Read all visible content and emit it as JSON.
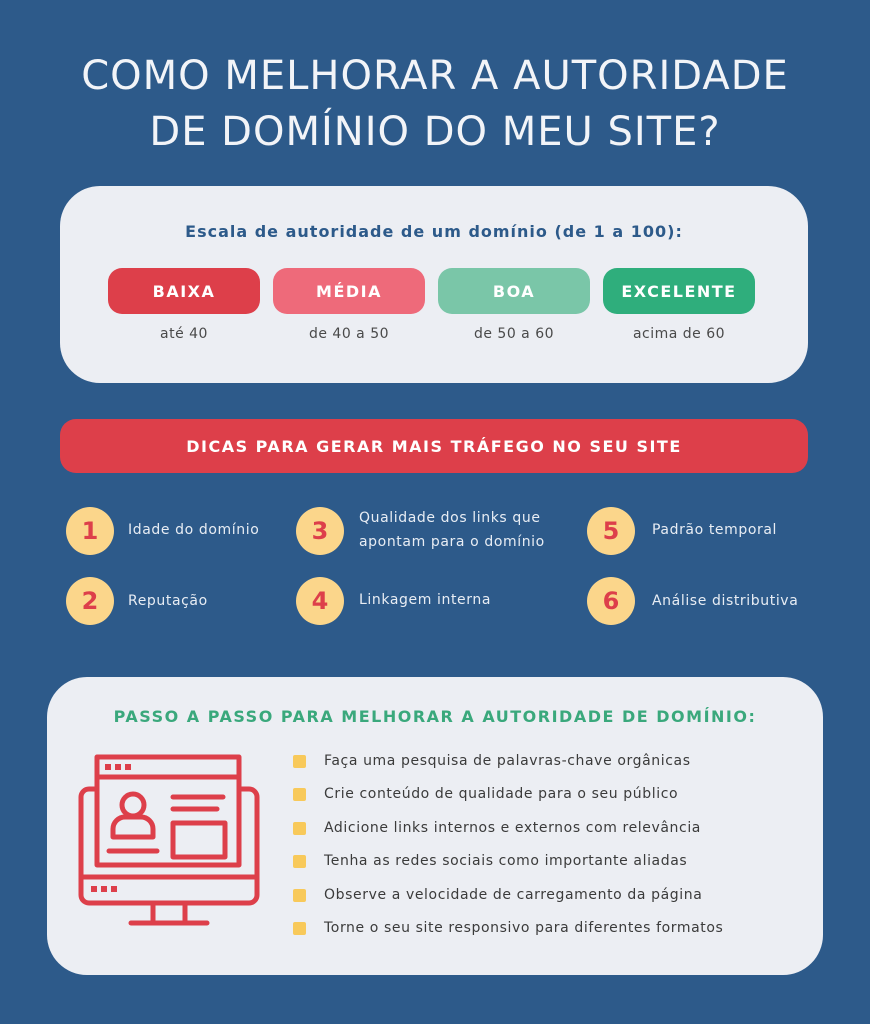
{
  "title": {
    "line1": "COMO MELHORAR A AUTORIDADE",
    "line2": "DE DOMÍNIO DO MEU SITE?"
  },
  "scale": {
    "heading": "Escala de autoridade de um domínio (de 1 a 100):",
    "levels": [
      {
        "label": "BAIXA",
        "range": "até 40",
        "color": "#dd3f4a"
      },
      {
        "label": "MÉDIA",
        "range": "de 40 a 50",
        "color": "#ee6a7a"
      },
      {
        "label": "BOA",
        "range": "de 50 a 60",
        "color": "#7ac6a8"
      },
      {
        "label": "EXCELENTE",
        "range": "acima de 60",
        "color": "#2fae7c"
      }
    ]
  },
  "tips": {
    "banner": "DICAS PARA GERAR MAIS TRÁFEGO NO SEU SITE",
    "items": [
      {
        "number": "1",
        "text": "Idade do domínio"
      },
      {
        "number": "2",
        "text": "Reputação"
      },
      {
        "number": "3",
        "line1": "Qualidade dos links que",
        "line2": "apontam para o domínio"
      },
      {
        "number": "4",
        "text": "Linkagem interna"
      },
      {
        "number": "5",
        "text": "Padrão temporal"
      },
      {
        "number": "6",
        "text": "Análise distributiva"
      }
    ]
  },
  "steps": {
    "heading": "PASSO A PASSO PARA MELHORAR A AUTORIDADE DE DOMÍNIO:",
    "items": [
      "Faça uma pesquisa de palavras-chave orgânicas",
      "Crie conteúdo de qualidade para o seu público",
      "Adicione links internos e externos com relevância",
      "Tenha as redes sociais como importante aliadas",
      "Observe a velocidade de carregamento da página",
      "Torne o seu site responsivo para diferentes formatos"
    ],
    "icon": "website-profile-icon",
    "icon_color": "#dd3f4a",
    "bullet_color": "#f8c95a"
  }
}
